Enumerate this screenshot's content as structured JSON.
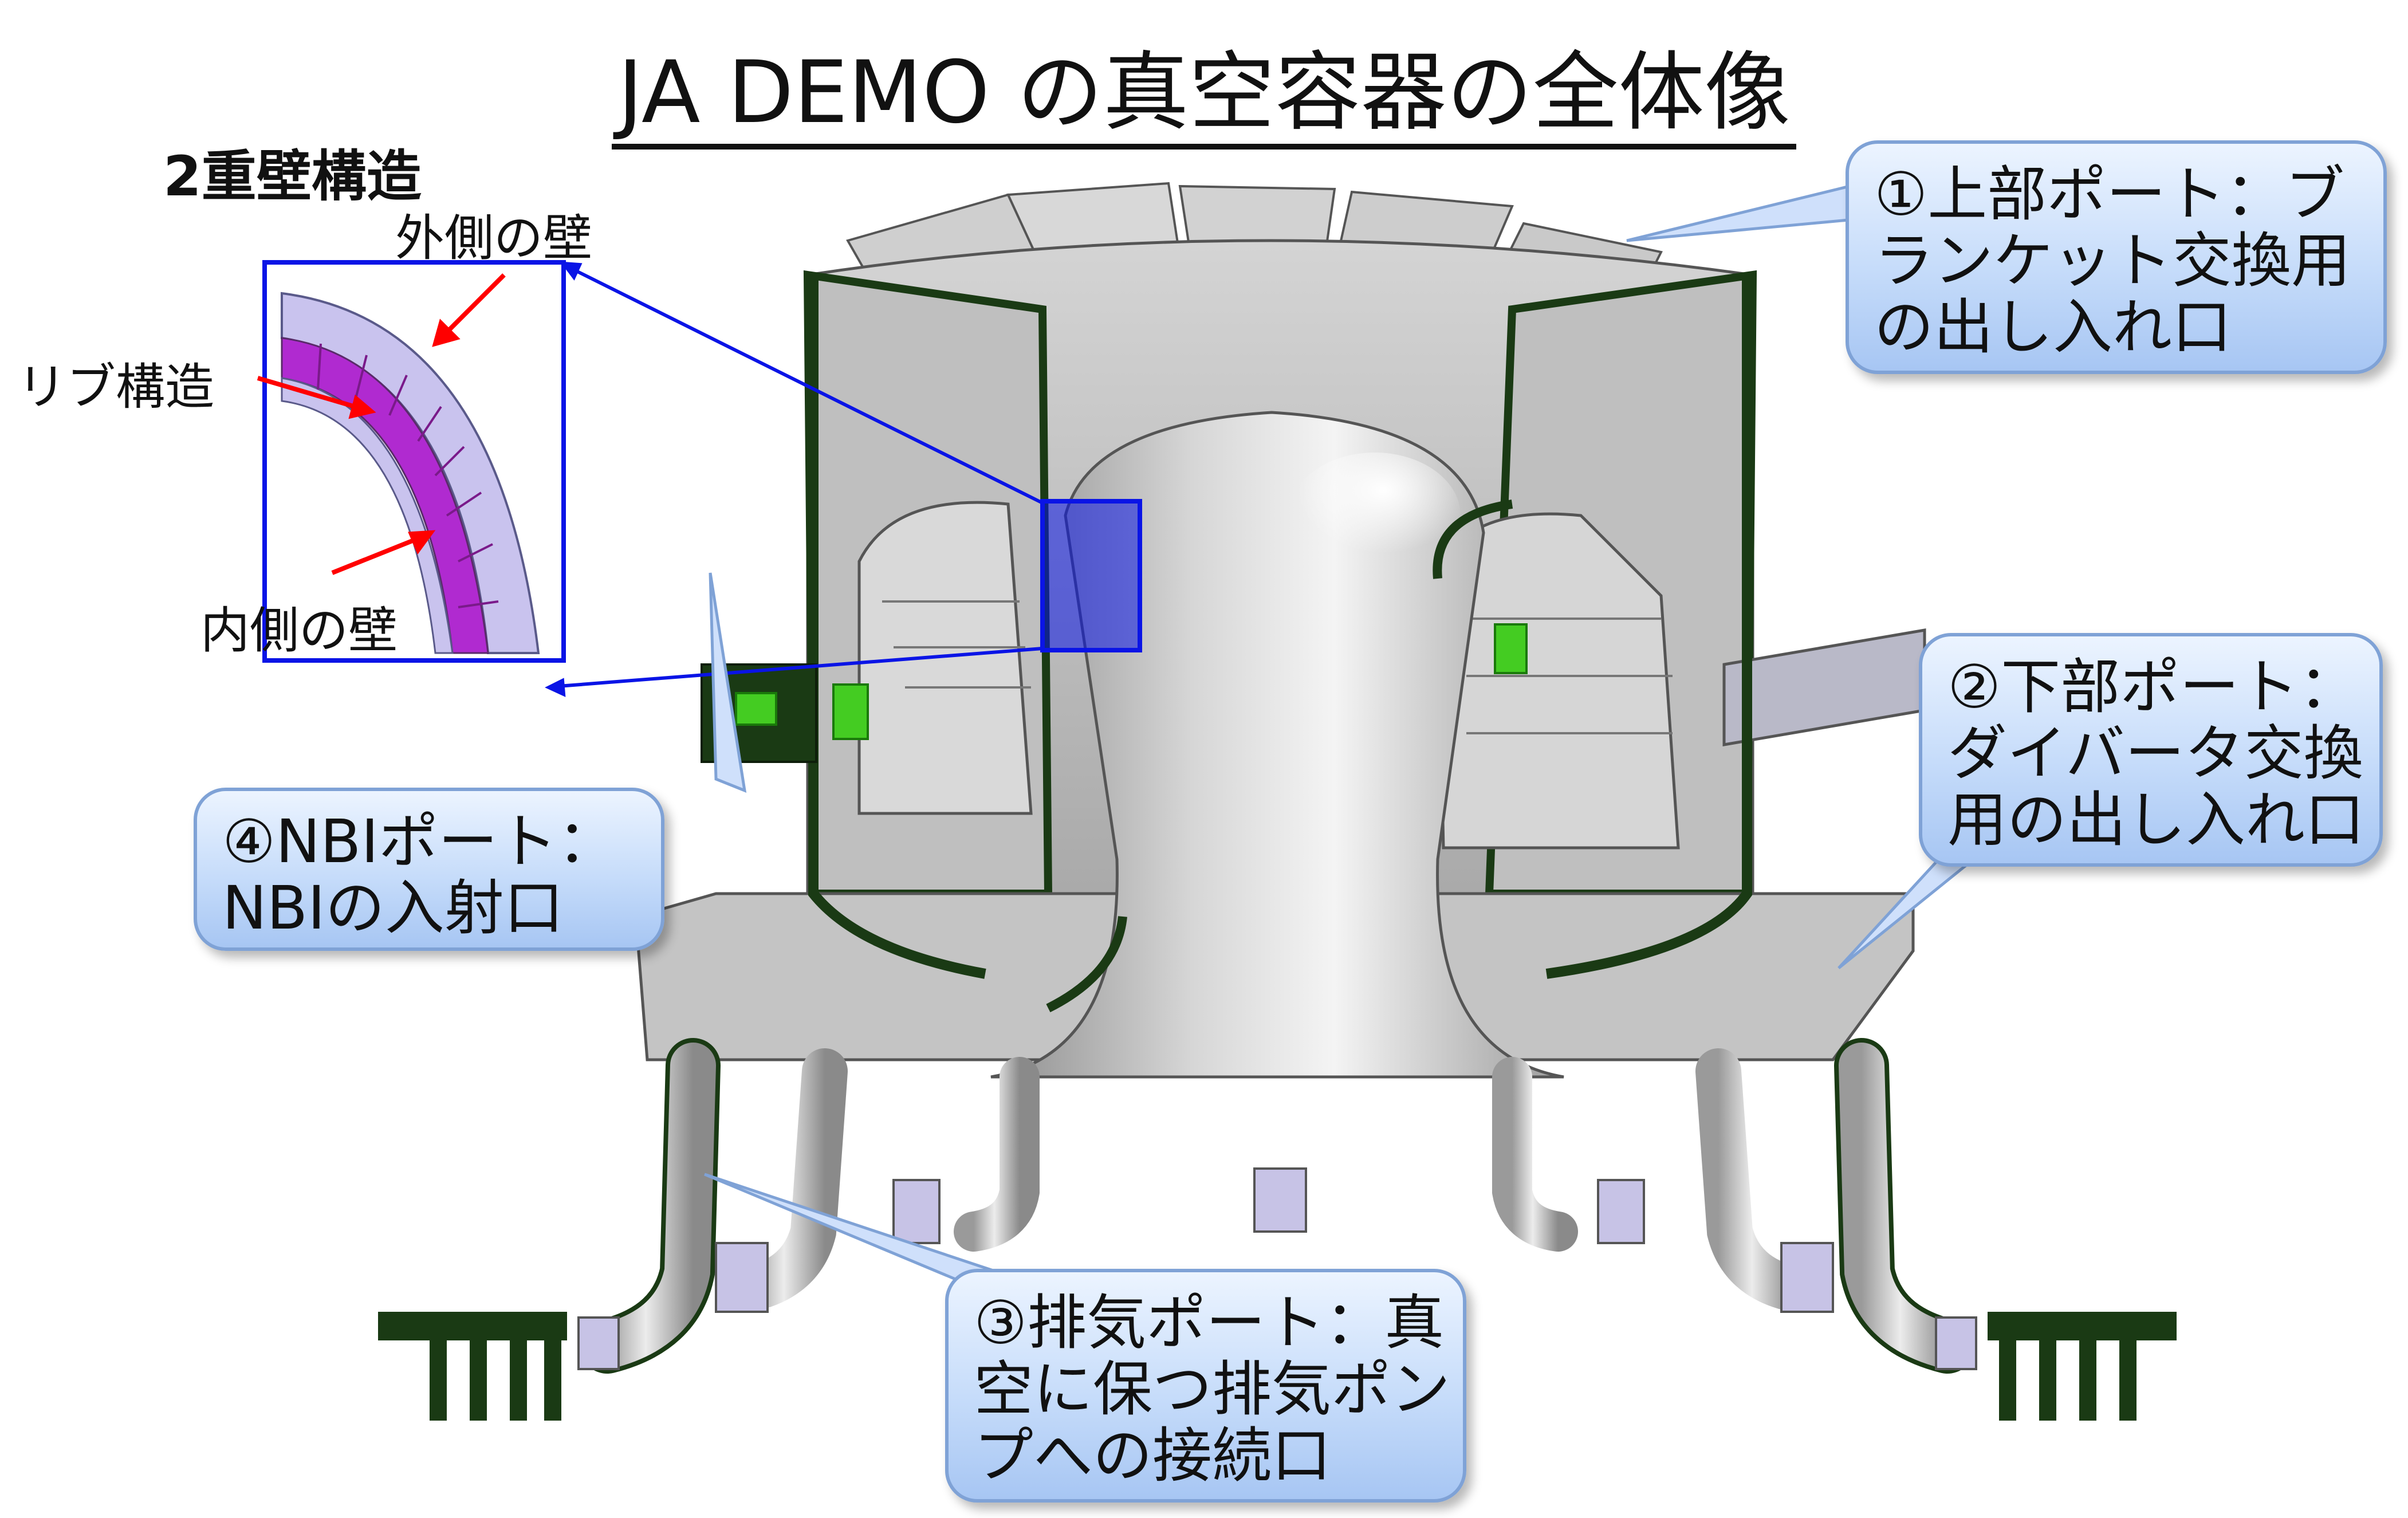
{
  "title": "JA DEMO の真空容器の全体像",
  "inset": {
    "heading": "2重壁構造",
    "outer_wall": "外側の壁",
    "rib": "リブ構造",
    "inner_wall": "内側の壁"
  },
  "callouts": {
    "upper_port": [
      "①上部ポート：ブ",
      "ランケット交換用",
      "の出し入れ口"
    ],
    "lower_port": [
      "②下部ポート：",
      "ダイバータ交換",
      "用の出し入れ口"
    ],
    "exhaust_port": [
      "③排気ポート：真",
      "空に保つ排気ポン",
      "プへの接続口"
    ],
    "nbi_port": [
      "④NBIポート：",
      "NBIの入射口"
    ]
  },
  "colors": {
    "vessel_gray": "#c8c8c8",
    "wall_green": "#1a3a14",
    "rib_magenta": "#b02ad0",
    "wall_lavender": "#c9c3ee",
    "highlight_blue": "#0a14e6",
    "arrow_red": "#ff0000",
    "nbi_green": "#44cc22"
  }
}
